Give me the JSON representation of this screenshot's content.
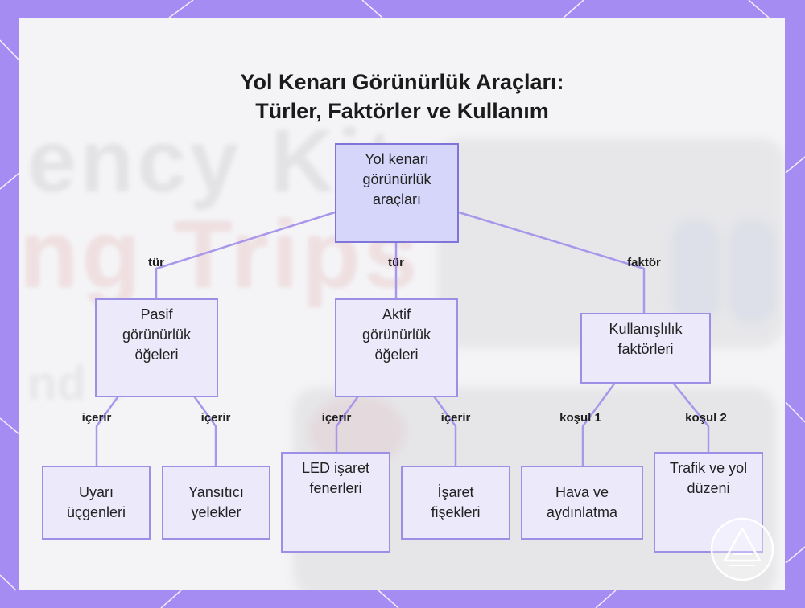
{
  "title": {
    "line1": "Yol Kenarı Görünürlük Araçları:",
    "line2": "Türler, Faktörler ve Kullanım"
  },
  "background_text": {
    "line1": "ency Kit",
    "line2": "ng Trips",
    "line3": "nd V"
  },
  "nodes": {
    "root": "Yol kenarı görünürlük araçları",
    "passive": "Pasif görünürlük öğeleri",
    "active": "Aktif görünürlük öğeleri",
    "factors": "Kullanışlılık faktörleri",
    "triangles": "Uyarı üçgenleri",
    "vests": "Yansıtıcı yelekler",
    "led": "LED işaret fenerleri",
    "flares": "İşaret fişekleri",
    "weather": "Hava ve aydınlatma",
    "traffic": "Trafik ve yol düzeni"
  },
  "edges": {
    "root_passive": "tür",
    "root_active": "tür",
    "root_factors": "faktör",
    "passive_triangles": "içerir",
    "passive_vests": "içerir",
    "active_led": "içerir",
    "active_flares": "içerir",
    "factors_weather": "koşul 1",
    "factors_traffic": "koşul 2"
  },
  "colors": {
    "frame": "#a48cf2",
    "node_fill": "#ece9fa",
    "node_border": "#9c8fe6",
    "root_fill": "#d6d6fb",
    "connector": "#a897ea"
  }
}
